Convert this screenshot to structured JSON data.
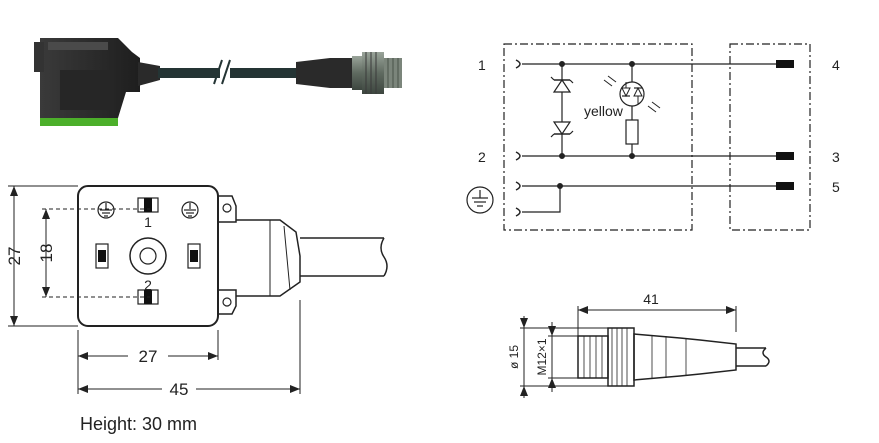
{
  "dimensions": {
    "height_27": "27",
    "height_18": "18",
    "width_27": "27",
    "width_45": "45",
    "length_41": "41",
    "dia_15": "ø 15",
    "thread": "M12×1"
  },
  "pins": {
    "p1": "1",
    "p2": "2",
    "p3": "3",
    "p4": "4",
    "p5": "5"
  },
  "housing_pins": {
    "top": "1",
    "bottom": "2"
  },
  "led_color": "yellow",
  "caption": "Height: 30 mm",
  "colors": {
    "cable": "#2a3a3a",
    "housing": "#2b2b2b",
    "gasket": "#4caf2a",
    "connector_metal": "#6f7a6e"
  }
}
